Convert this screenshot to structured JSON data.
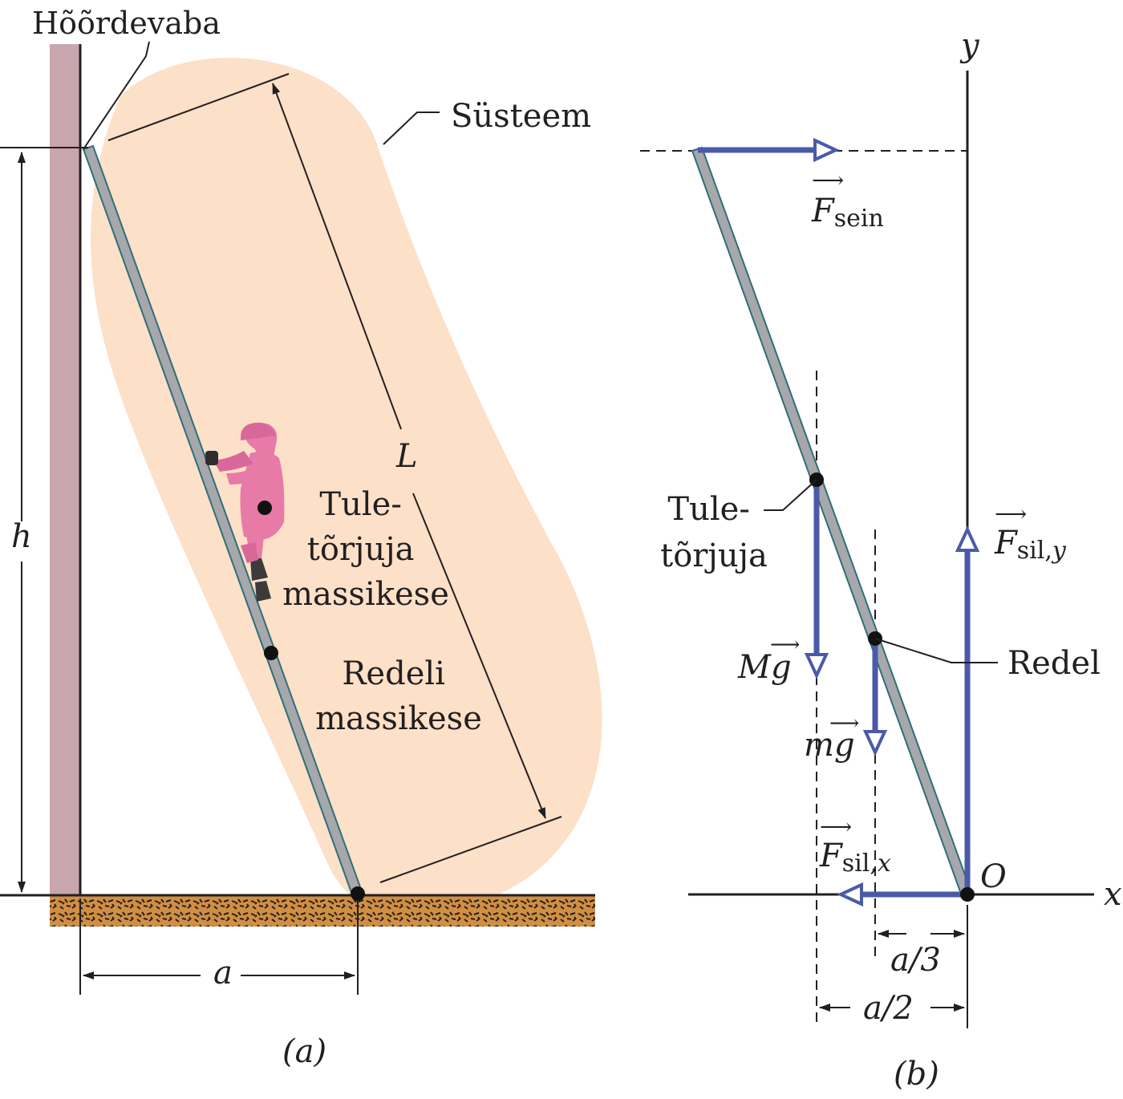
{
  "panel_a": {
    "caption": "(a)",
    "wall_label": "Hõõrdevaba",
    "system_label": "Süsteem",
    "length_label": "L",
    "height_label": "h",
    "base_label": "a",
    "firefighter_label_line1": "Tule-",
    "firefighter_label_line2": "tõrjuja",
    "firefighter_label_line3": "massikese",
    "ladder_label_line1": "Redeli",
    "ladder_label_line2": "massikese"
  },
  "panel_b": {
    "caption": "(b)",
    "axis_x": "x",
    "axis_y": "y",
    "origin": "O",
    "force_wall": "F",
    "force_wall_sub": "sein",
    "force_floor_y": "F",
    "force_floor_y_sub": "sil,",
    "force_floor_y_subvar": "y",
    "force_floor_x": "F",
    "force_floor_x_sub": "sil,",
    "force_floor_x_subvar": "x",
    "weight_firefighter_mass": "M",
    "weight_firefighter_g": "g",
    "weight_ladder_mass": "m",
    "weight_ladder_g": "g",
    "firefighter_label_line1": "Tule-",
    "firefighter_label_line2": "tõrjuja",
    "ladder_label": "Redel",
    "dist_ladder": "a/3",
    "dist_firefighter": "a/2"
  },
  "colors": {
    "system_blob": "#fde0c8",
    "wall": "#c9a5ad",
    "ground": "#d18f43",
    "ladder": "#a6a8ab",
    "ladder_edge": "#2f6e7a",
    "force_arrow": "#4b5aa8",
    "firefighter": "#e87aa8"
  }
}
